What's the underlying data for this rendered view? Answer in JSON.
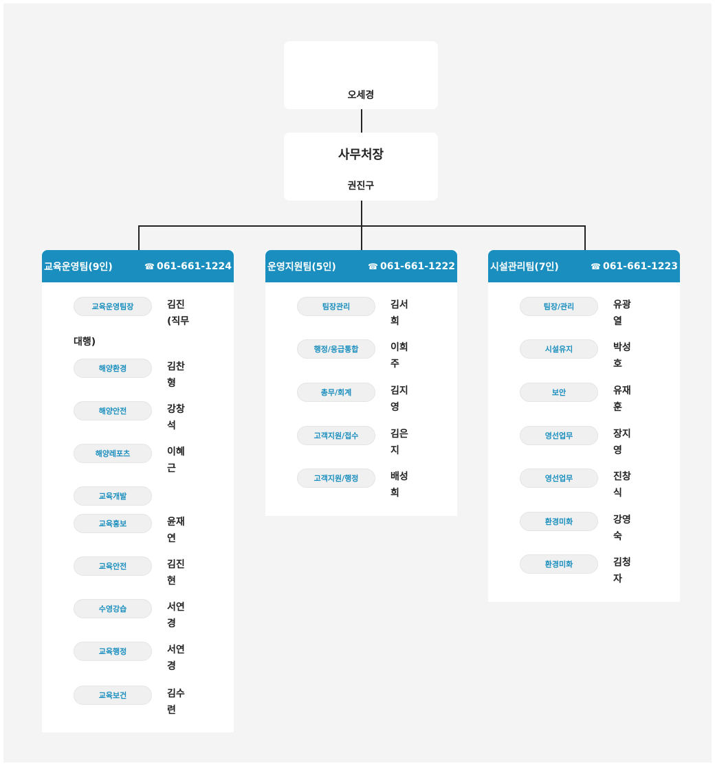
{
  "top": {
    "name": "오세경"
  },
  "director": {
    "title": "사무처장",
    "name": "권진구"
  },
  "teams": [
    {
      "name": "교육운영팀(9인)",
      "phone": "061-661-1224",
      "members": [
        {
          "role": "교육운영팀장",
          "name": "김진(직무",
          "tail": "대행)"
        },
        {
          "role": "해양환경",
          "name": "김찬형"
        },
        {
          "role": "해양안전",
          "name": "강창석"
        },
        {
          "role": "해양레포츠",
          "name": "이혜근"
        },
        {
          "role": "교육개발",
          "name": ""
        },
        {
          "role": "교육홍보",
          "name": "윤재연"
        },
        {
          "role": "교육안전",
          "name": "김진현"
        },
        {
          "role": "수영강습",
          "name": "서연경"
        },
        {
          "role": "교육행정",
          "name": "서연경"
        },
        {
          "role": "교육보건",
          "name": "김수련"
        }
      ]
    },
    {
      "name": "운영지원팀(5인)",
      "phone": "061-661-1222",
      "members": [
        {
          "role": "팀장관리",
          "name": "김서희"
        },
        {
          "role": "행정/응급통합",
          "name": "이희주"
        },
        {
          "role": "총무/회계",
          "name": "김지영"
        },
        {
          "role": "고객지원/접수",
          "name": "김은지"
        },
        {
          "role": "고객지원/행정",
          "name": "배성희"
        }
      ]
    },
    {
      "name": "시설관리팀(7인)",
      "phone": "061-661-1223",
      "members": [
        {
          "role": "팀장/관리",
          "name": "유광열"
        },
        {
          "role": "시설유지",
          "name": "박성호"
        },
        {
          "role": "보안",
          "name": "유재훈"
        },
        {
          "role": "영선업무",
          "name": "장지영"
        },
        {
          "role": "영선업무",
          "name": "진창식"
        },
        {
          "role": "환경미화",
          "name": "강영숙"
        },
        {
          "role": "환경미화",
          "name": "김청자"
        }
      ]
    }
  ]
}
